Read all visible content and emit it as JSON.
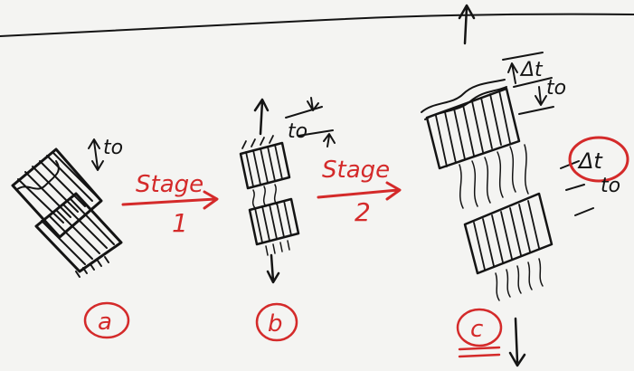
{
  "labels": {
    "t0": "to",
    "delta_t": "Δt",
    "stage1_word": "Stage",
    "stage1_num": "1",
    "stage2_word": "Stage",
    "stage2_num": "2",
    "panel_a": "a",
    "panel_b": "b",
    "panel_c": "c"
  },
  "colors": {
    "ink": "#141414",
    "accent_red": "#d42a2a",
    "paper": "#f4f4f2"
  }
}
